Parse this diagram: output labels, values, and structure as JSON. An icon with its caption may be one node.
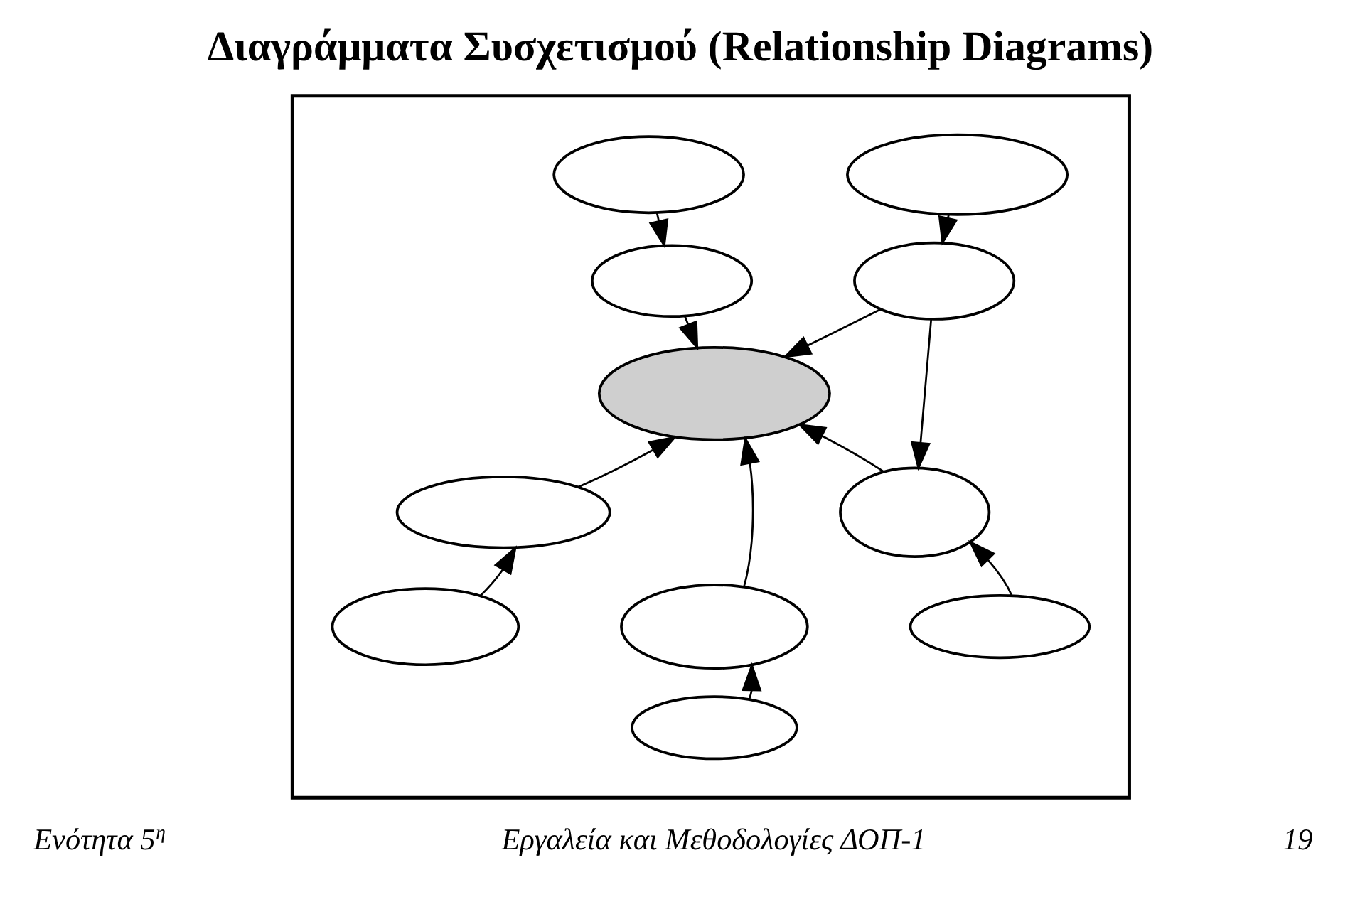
{
  "diagram": {
    "title": "Διαγράμματα Συσχετισμού (Relationship Diagrams)",
    "nodes": [
      {
        "text": [],
        "shape": "box"
      },
      {
        "text": [],
        "shape": "ellipse",
        "in": 0
      },
      {
        "text": [],
        "shape": "ellipse",
        "in": 0
      },
      {
        "text": [],
        "shape": "ellipse",
        "in": 0
      },
      {
        "text": [],
        "shape": "ellipse",
        "in": 0
      },
      {
        "text": [],
        "shape": "ellipse",
        "in": 0
      },
      {
        "text": [],
        "shape": "ellipse",
        "in": 0
      },
      {
        "text": [],
        "shape": "ellipse",
        "in": 0
      },
      {
        "text": [],
        "shape": "ellipse",
        "in": 0
      },
      {
        "text": [],
        "shape": "ellipse",
        "in": 0
      },
      {
        "text": [],
        "shape": "ellipse",
        "in": 0
      },
      {
        "text": [],
        "shape": "ellipse",
        "in": 0
      }
    ],
    "edges": [
      {
        "from": 1,
        "to": 3,
        "arrow": "to"
      },
      {
        "from": 3,
        "to": 6,
        "arrow": "to"
      },
      {
        "from": 2,
        "to": 4,
        "arrow": "to"
      },
      {
        "from": 4,
        "to": 6,
        "arrow": "to"
      },
      {
        "from": 4,
        "to": 7,
        "arrow": "to"
      },
      {
        "from": 7,
        "to": 6,
        "arrow": "to"
      },
      {
        "from": 5,
        "to": 6,
        "arrow": "to"
      },
      {
        "from": 8,
        "to": 5,
        "arrow": "to"
      },
      {
        "from": 9,
        "to": 6,
        "arrow": "to"
      },
      {
        "from": 11,
        "to": 9,
        "arrow": "to"
      },
      {
        "from": 10,
        "to": 7,
        "arrow": "to"
      }
    ],
    "labels": [
      "Ενότητα 5$^{η}$",
      "Εργαλεία και Μεθοδολογίες ΔΟΠ-1",
      "19"
    ]
  }
}
